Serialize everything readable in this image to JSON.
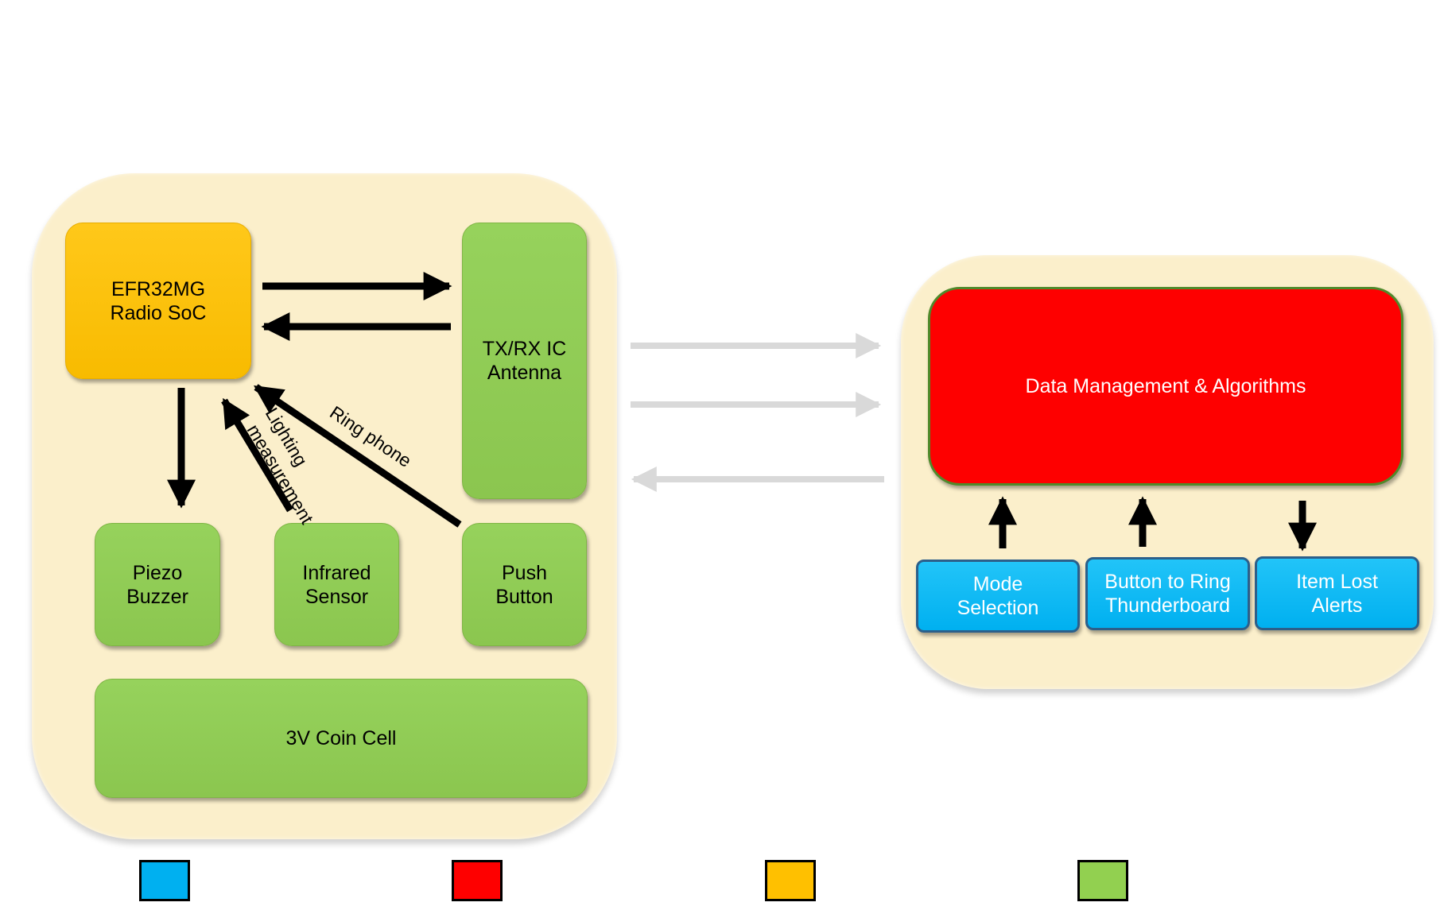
{
  "left_module": {
    "efr32": "EFR32MG\nRadio SoC",
    "txrx": "TX/RX IC\nAntenna",
    "piezo": "Piezo\nBuzzer",
    "infrared": "Infrared\nSensor",
    "push": "Push\nButton",
    "coin": "3V Coin Cell"
  },
  "arrow_labels": {
    "lighting_line1": "Lighting",
    "lighting_line2": "measurement",
    "ring_phone": "Ring phone"
  },
  "right_module": {
    "data_mgmt": "Data Management & Algorithms",
    "mode_selection": "Mode\nSelection",
    "button_ring": "Button to Ring\nThunderboard",
    "item_lost": "Item Lost\nAlerts"
  },
  "legend": {
    "colors": [
      "#00b0f0",
      "#fe0000",
      "#ffc000",
      "#92d050"
    ]
  },
  "colors": {
    "panel": "#fbefcb",
    "green_block": "#92d050",
    "yellow_block": "#ffc000",
    "red_block": "#fe0000",
    "blue_block": "#00b0f0",
    "link_arrow": "#d9d9d9"
  }
}
